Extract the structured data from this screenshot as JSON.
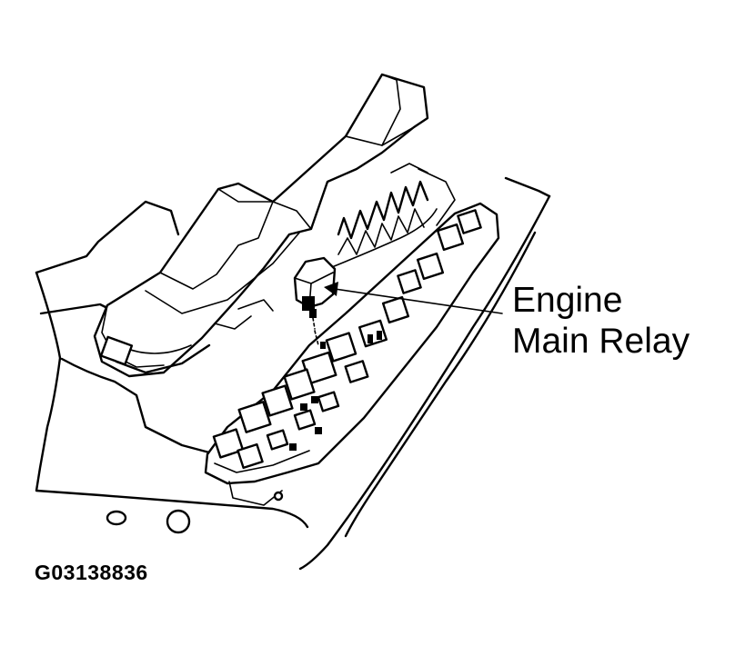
{
  "callout": {
    "line1": "Engine",
    "line2": "Main Relay"
  },
  "figure_id": "G03138836",
  "icons": {
    "main_illustration": "engine-compartment-relay-box-drawing"
  }
}
